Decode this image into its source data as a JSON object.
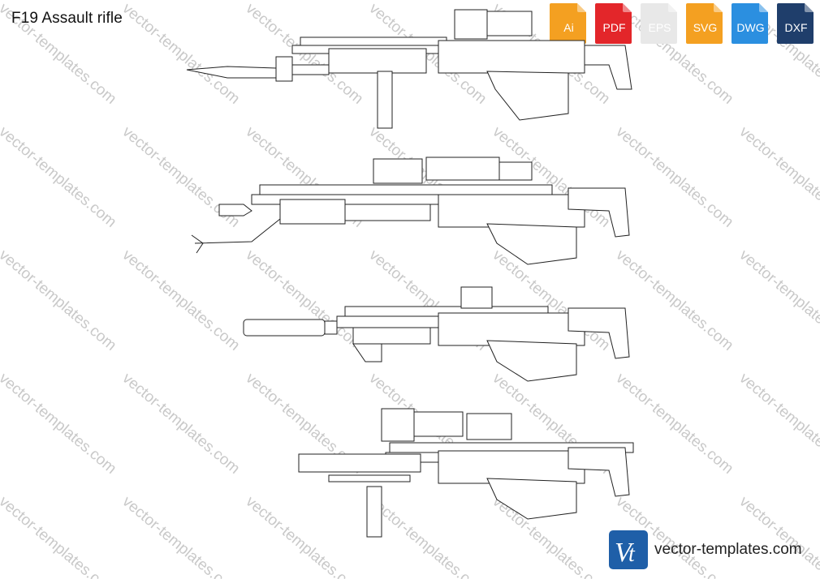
{
  "title": "F19 Assault rifle",
  "watermark_text": "vector-templates.com",
  "formats": [
    {
      "label": "Ai",
      "color": "#f4a021"
    },
    {
      "label": "PDF",
      "color": "#e3262a"
    },
    {
      "label": "EPS",
      "color": "#e8e8e8"
    },
    {
      "label": "SVG",
      "color": "#f4a021"
    },
    {
      "label": "DWG",
      "color": "#2b8fe0"
    },
    {
      "label": "DXF",
      "color": "#1f3e6b"
    }
  ],
  "brand": {
    "text": "vector-templates.com",
    "color": "#1f5fa8"
  }
}
